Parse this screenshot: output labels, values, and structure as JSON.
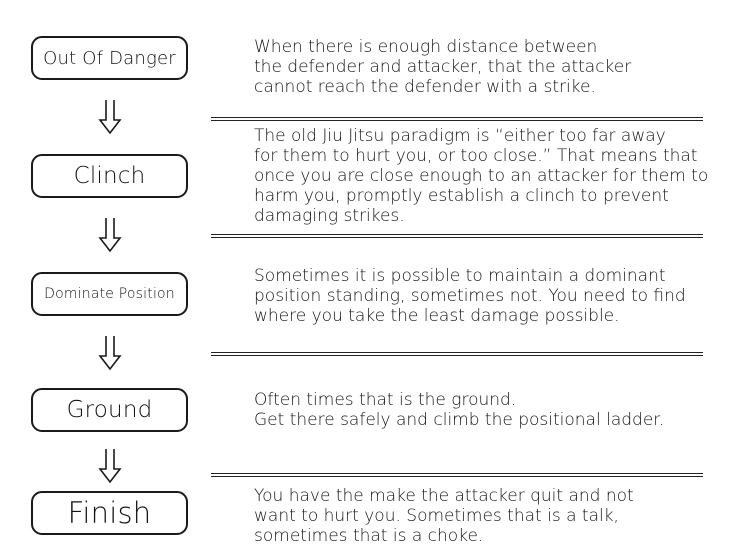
{
  "stages": [
    {
      "label": "Out Of Danger",
      "description": "When there is enough distance between\nthe defender and attacker, that the attacker\ncannot reach the defender with a strike."
    },
    {
      "label": "Clinch",
      "description": "The old Jiu Jitsu paradigm is “either too far away\nfor them to hurt you, or too close.” That means that\nonce you are close enough to an attacker for them to\nharm you, promptly establish a clinch to prevent\ndamaging strikes."
    },
    {
      "label": "Dominate Position",
      "description": "Sometimes it is possible to maintain a dominant\nposition standing, sometimes not. You need to find\nwhere you take the least damage possible."
    },
    {
      "label": "Ground",
      "description": "Often times that is the ground.\nGet there safely and climb the positional ladder."
    },
    {
      "label": "Finish",
      "description": "You have the make the attacker quit and not\nwant to hurt you. Sometimes that is a talk,\nsometimes that is a choke."
    }
  ],
  "colors": {
    "stroke": "#1a1a1a",
    "background": "#ffffff",
    "text": "#111111"
  },
  "icons": {
    "flow_arrow": "down-arrow-icon"
  }
}
